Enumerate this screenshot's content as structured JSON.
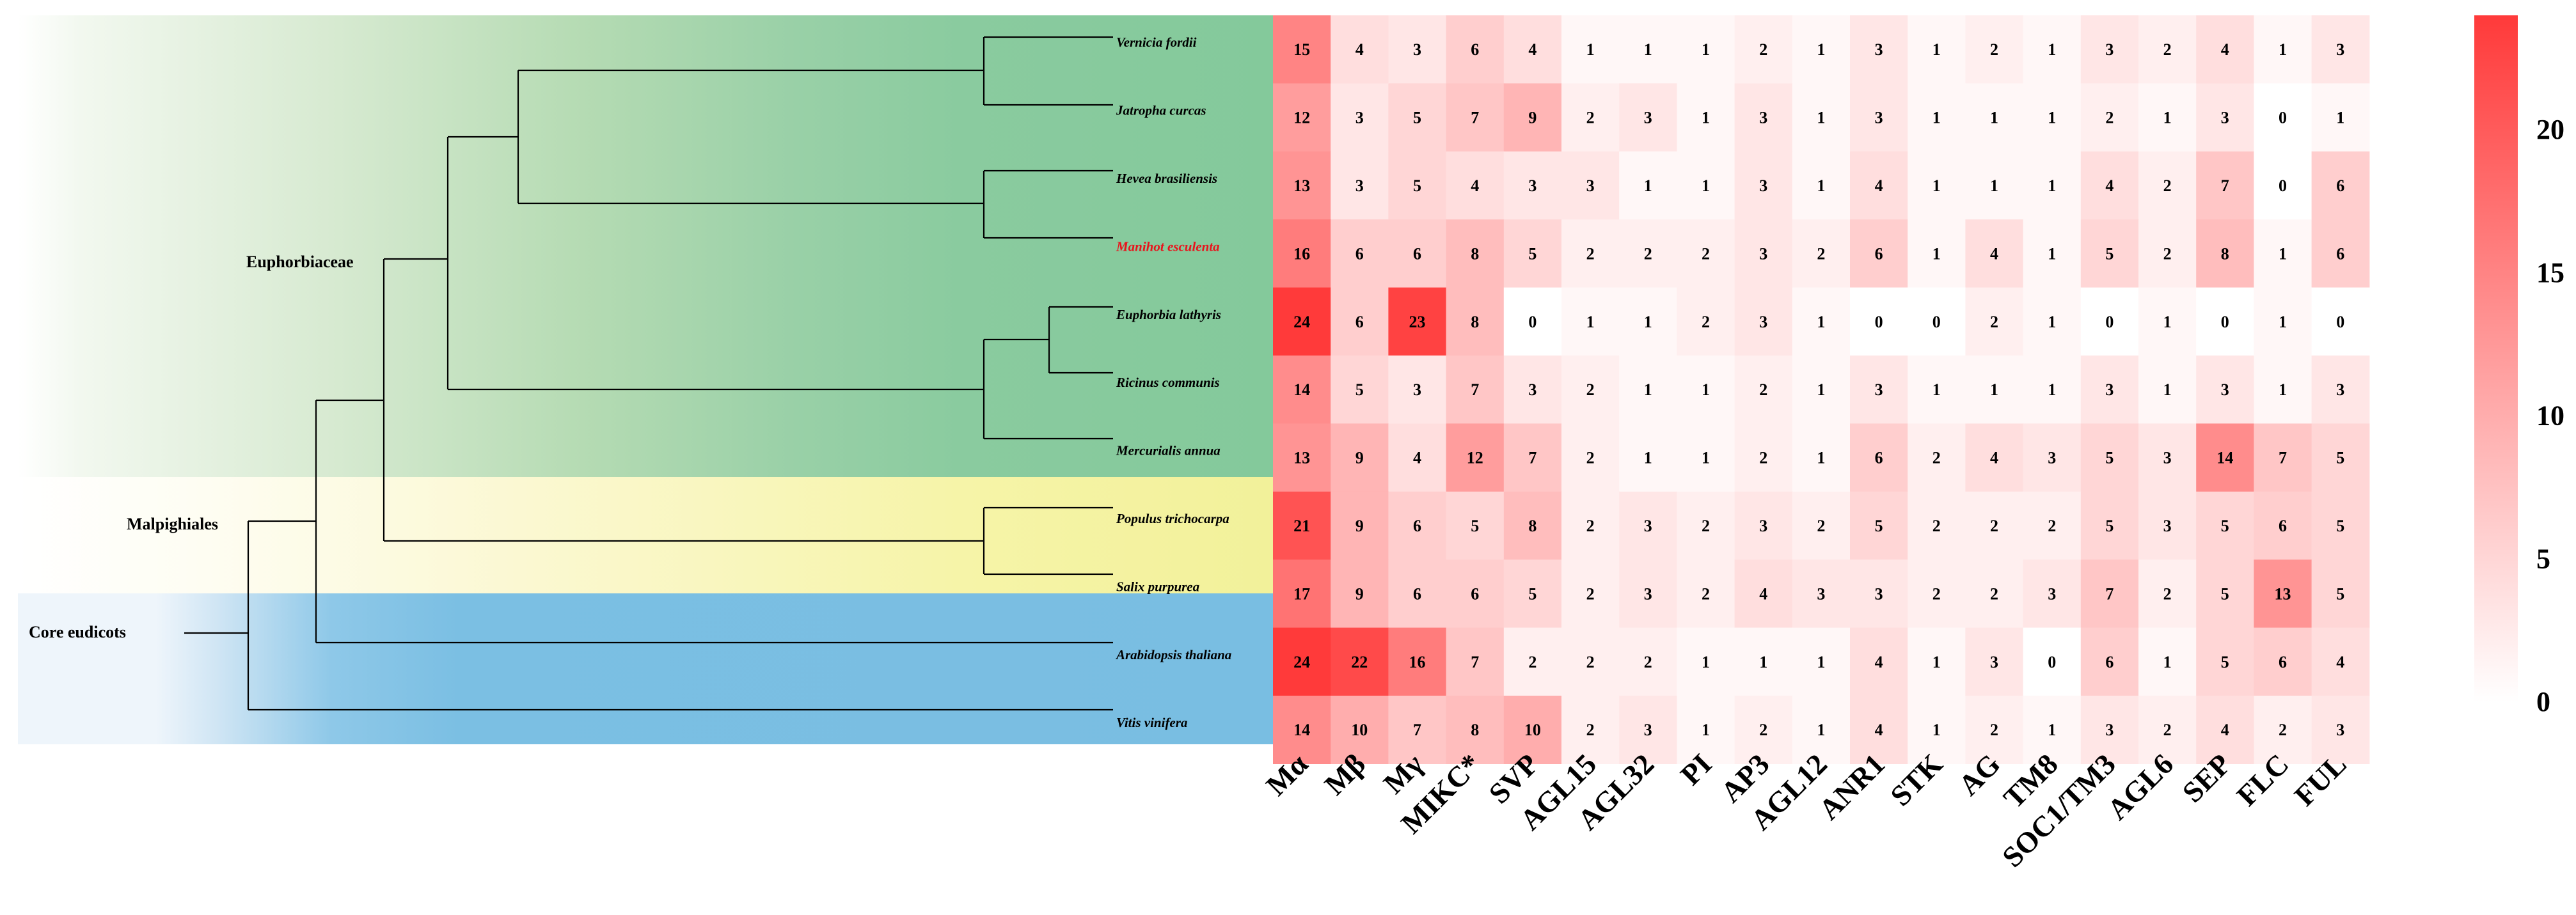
{
  "chart_data": {
    "type": "heatmap",
    "columns": [
      "Mα",
      "Mβ",
      "Mγ",
      "MIKC*",
      "SVP",
      "AGL15",
      "AGL32",
      "PI",
      "AP3",
      "AGL12",
      "ANR1",
      "STK",
      "AG",
      "TM8",
      "SOC1/TM3",
      "AGL6",
      "SEP",
      "FLC",
      "FUL"
    ],
    "rows": [
      {
        "name": "Vernicia fordii",
        "highlight": false,
        "values": [
          15,
          4,
          3,
          6,
          4,
          1,
          1,
          1,
          2,
          1,
          3,
          1,
          2,
          1,
          3,
          2,
          4,
          1,
          3
        ]
      },
      {
        "name": "Jatropha curcas",
        "highlight": false,
        "values": [
          12,
          3,
          5,
          7,
          9,
          2,
          3,
          1,
          3,
          1,
          3,
          1,
          1,
          1,
          2,
          1,
          3,
          0,
          1
        ]
      },
      {
        "name": "Hevea brasiliensis",
        "highlight": false,
        "values": [
          13,
          3,
          5,
          4,
          3,
          3,
          1,
          1,
          3,
          1,
          4,
          1,
          1,
          1,
          4,
          2,
          7,
          0,
          6
        ]
      },
      {
        "name": "Manihot esculenta",
        "highlight": true,
        "values": [
          16,
          6,
          6,
          8,
          5,
          2,
          2,
          2,
          3,
          2,
          6,
          1,
          4,
          1,
          5,
          2,
          8,
          1,
          6
        ]
      },
      {
        "name": "Euphorbia lathyris",
        "highlight": false,
        "values": [
          24,
          6,
          23,
          8,
          0,
          1,
          1,
          2,
          3,
          1,
          0,
          0,
          2,
          1,
          0,
          1,
          0,
          1,
          0
        ]
      },
      {
        "name": "Ricinus communis",
        "highlight": false,
        "values": [
          14,
          5,
          3,
          7,
          3,
          2,
          1,
          1,
          2,
          1,
          3,
          1,
          1,
          1,
          3,
          1,
          3,
          1,
          3
        ]
      },
      {
        "name": "Mercurialis annua",
        "highlight": false,
        "values": [
          13,
          9,
          4,
          12,
          7,
          2,
          1,
          1,
          2,
          1,
          6,
          2,
          4,
          3,
          5,
          3,
          14,
          7,
          5
        ]
      },
      {
        "name": "Populus trichocarpa",
        "highlight": false,
        "values": [
          21,
          9,
          6,
          5,
          8,
          2,
          3,
          2,
          3,
          2,
          5,
          2,
          2,
          2,
          5,
          3,
          5,
          6,
          5
        ]
      },
      {
        "name": "Salix purpurea",
        "highlight": false,
        "values": [
          17,
          9,
          6,
          6,
          5,
          2,
          3,
          2,
          4,
          3,
          3,
          2,
          2,
          3,
          7,
          2,
          5,
          13,
          5
        ]
      },
      {
        "name": "Arabidopsis thaliana",
        "highlight": false,
        "values": [
          24,
          22,
          16,
          7,
          2,
          2,
          2,
          1,
          1,
          1,
          4,
          1,
          3,
          0,
          6,
          1,
          5,
          6,
          4
        ]
      },
      {
        "name": "Vitis vinifera",
        "highlight": false,
        "values": [
          14,
          10,
          7,
          8,
          10,
          2,
          3,
          1,
          2,
          1,
          4,
          1,
          2,
          1,
          3,
          2,
          4,
          2,
          3
        ]
      }
    ],
    "clades": [
      "Euphorbiaceae",
      "Malpighiales",
      "Core eudicots"
    ],
    "colorbar": {
      "min": 0,
      "max": 24,
      "ticks": [
        "0",
        "5",
        "10",
        "15",
        "20"
      ]
    },
    "colors": {
      "low": "#ffffff",
      "high": "#ff3a3a",
      "highlight_label": "#e8141c",
      "euphorbiaceae_band": "#84c99b",
      "malpighiales_band": "#f2f19a",
      "core_eudicots_band": "#79bee2"
    }
  }
}
